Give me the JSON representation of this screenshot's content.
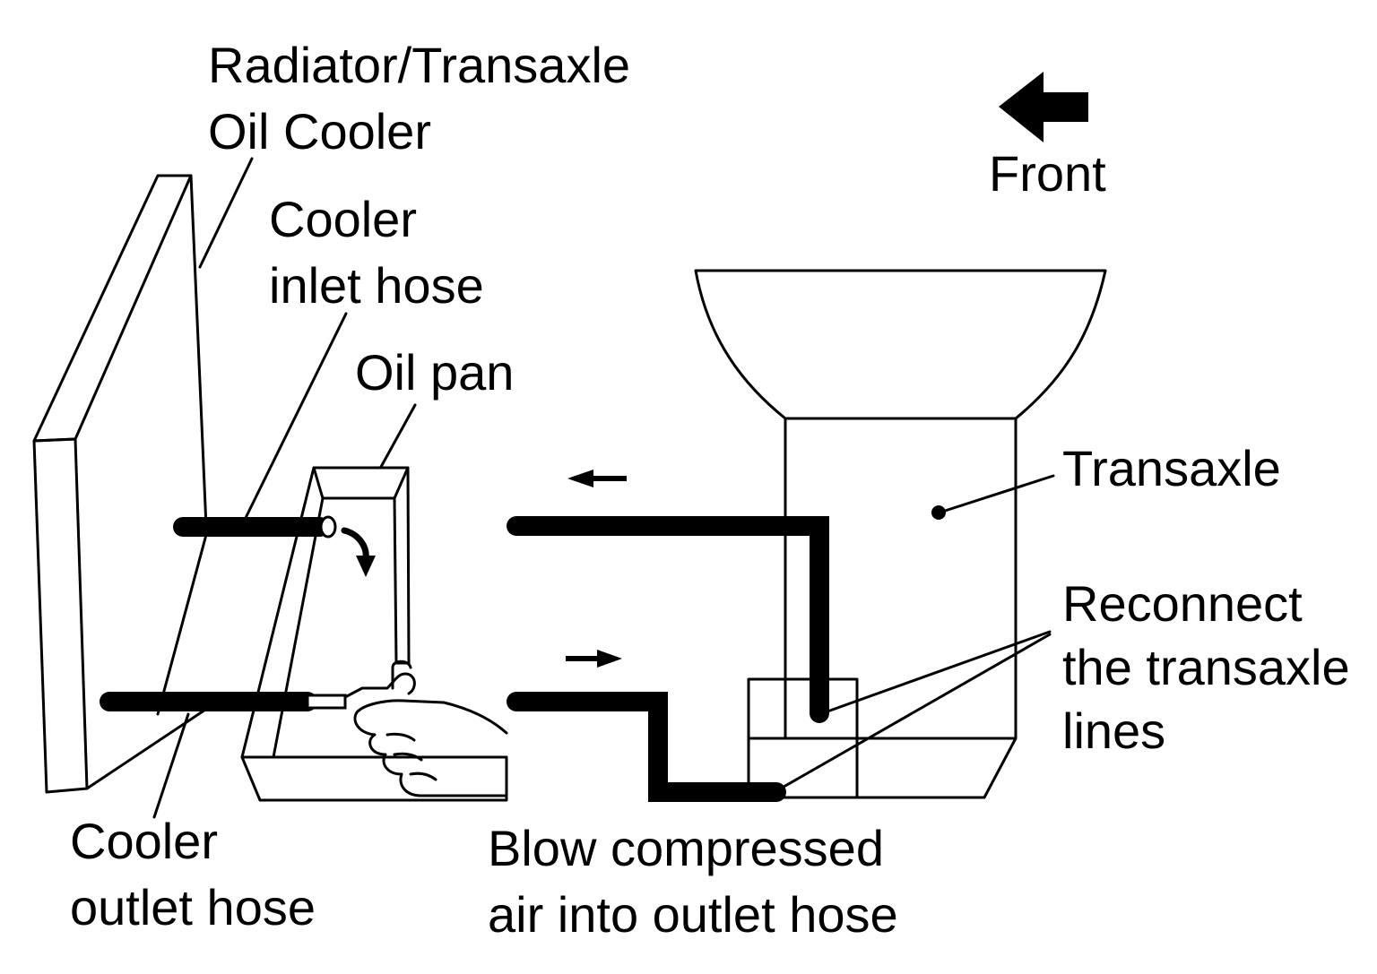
{
  "labels": {
    "radiator_line1": "Radiator/Transaxle",
    "radiator_line2": "Oil Cooler",
    "inlet_line1": "Cooler",
    "inlet_line2": "inlet hose",
    "oil_pan": "Oil pan",
    "front": "Front",
    "transaxle": "Transaxle",
    "reconnect_line1": "Reconnect",
    "reconnect_line2": "the transaxle",
    "reconnect_line3": "lines",
    "outlet_line1": "Cooler",
    "outlet_line2": "outlet hose",
    "blow_line1": "Blow compressed",
    "blow_line2": "air into outlet hose"
  },
  "icons": {
    "front_arrow": "arrow-left-icon",
    "flow_left": "arrow-left-icon",
    "flow_right": "arrow-right-icon",
    "drip": "curved-arrow-icon",
    "hand": "hand-icon",
    "air_gun": "air-nozzle-icon"
  }
}
